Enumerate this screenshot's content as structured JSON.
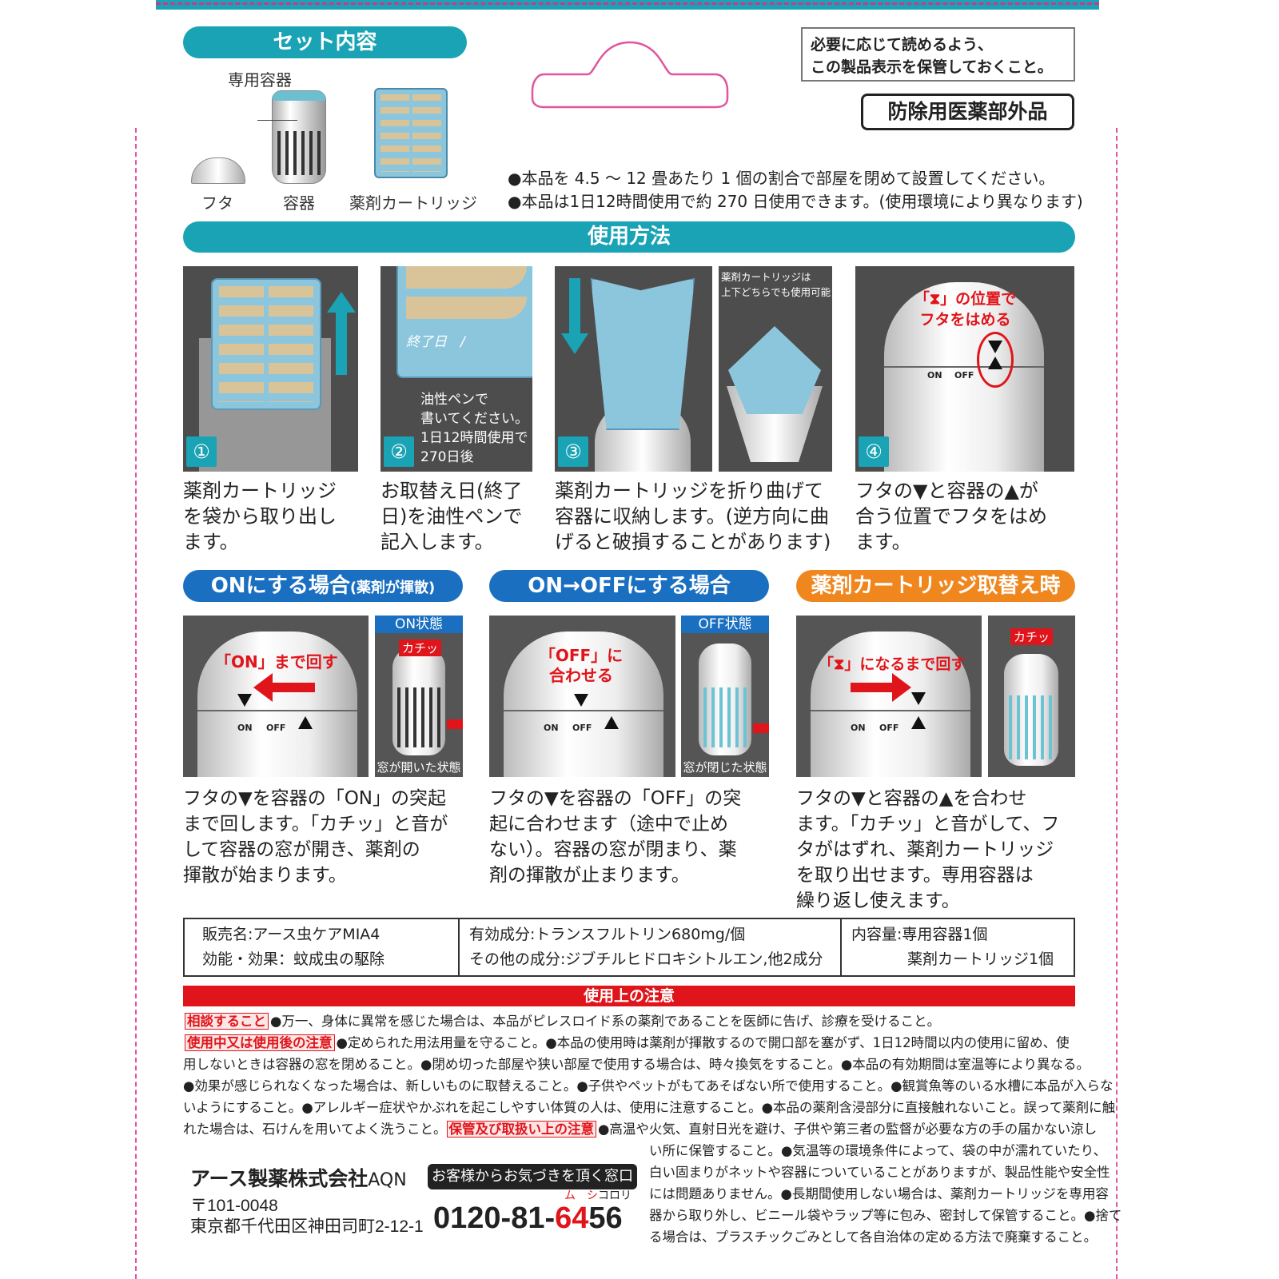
{
  "colors": {
    "teal": "#1aa3b5",
    "blue": "#1a6fc0",
    "orange": "#f0861e",
    "red": "#e0151b",
    "magenta": "#d2338f"
  },
  "set_contents": {
    "title": "セット内容",
    "container_label": "専用容器",
    "items": [
      "フタ",
      "容器",
      "薬剤カートリッジ"
    ]
  },
  "notice": [
    "必要に応じて読めるよう、",
    "この製品表示を保管しておくこと。"
  ],
  "category": "防除用医薬部外品",
  "bullets": [
    "●本品を 4.5 ～ 12 畳あたり 1 個の割合で部屋を閉めて設置してください。",
    "●本品は1日12時間使用で約 270 日使用できます。(使用環境により異なります)"
  ],
  "usage": {
    "title": "使用方法",
    "steps": [
      {
        "num": "①",
        "caption": [
          "薬剤カートリッジ",
          "を袋から取り出し",
          "ます。"
        ]
      },
      {
        "num": "②",
        "panel_text": [
          "油性ペンで",
          "書いてください。",
          "1日12時間使用で",
          "270日後"
        ],
        "end_date": "終了日　/",
        "caption": [
          "お取替え日(終了",
          "日)を油性ペンで",
          "記入します。"
        ]
      },
      {
        "num": "③",
        "panel_text": [
          "薬剤カートリッジは",
          "上下どちらでも使用可能"
        ],
        "caption": [
          "薬剤カートリッジを折り曲げて",
          "容器に収納します。(逆方向に曲",
          "げると破損することがあります)"
        ]
      },
      {
        "num": "④",
        "panel_text": [
          "「⧗」の位置で",
          "フタをはめる"
        ],
        "caption": [
          "フタの▼と容器の▲が",
          "合う位置でフタをはめ",
          "ます。"
        ]
      }
    ]
  },
  "dial": {
    "on": "ON",
    "off": "OFF"
  },
  "modes": [
    {
      "title": "ONにする場合",
      "title_small": "(薬剤が揮散)",
      "instruction": "「ON」まで回す",
      "state": "ON状態",
      "click": "カチッ",
      "window": "窓が開いた状態",
      "caption": [
        "フタの▼を容器の「ON」の突起",
        "まで回します。「カチッ」と音が",
        "して容器の窓が開き、薬剤の",
        "揮散が始まります。"
      ]
    },
    {
      "title": "ON→OFFにする場合",
      "instruction": [
        "「OFF」に",
        "合わせる"
      ],
      "state": "OFF状態",
      "window": "窓が閉じた状態",
      "caption": [
        "フタの▼を容器の「OFF」の突",
        "起に合わせます（途中で止め",
        "ない）。容器の窓が閉まり、薬",
        "剤の揮散が止まります。"
      ]
    },
    {
      "title": "薬剤カートリッジ取替え時",
      "instruction": "「⧗」になるまで回す",
      "click": "カチッ",
      "caption": [
        "フタの▼と容器の▲を合わせ",
        "ます。「カチッ」と音がして、フ",
        "タがはずれ、薬剤カートリッジ",
        "を取り出せます。専用容器は",
        "繰り返し使えます。"
      ]
    }
  ],
  "info": {
    "col1": [
      "販売名:アース虫ケアMIA4",
      "効能・効果：蚊成虫の駆除"
    ],
    "col2": [
      "有効成分:トランスフルトリン680mg/個",
      "その他の成分:ジブチルヒドロキシトルエン,他2成分"
    ],
    "col3": [
      "内容量:専用容器1個",
      "薬剤カートリッジ1個"
    ]
  },
  "caution": {
    "title": "使用上の注意",
    "labels": [
      "相談すること",
      "使用中又は使用後の注意",
      "保管及び取扱い上の注意"
    ],
    "lines": [
      "●万一、身体に異常を感じた場合は、本品がピレスロイド系の薬剤であることを医師に告げ、診療を受けること。",
      "●定められた用法用量を守ること。●本品の使用時は薬剤が揮散するので開口部を塞がず、1日12時間以内の使用に留め、使",
      "用しないときは容器の窓を閉めること。●閉め切った部屋や狭い部屋で使用する場合は、時々換気をすること。●本品の有効期間は室温等により異なる。",
      "●効果が感じられなくなった場合は、新しいものに取替えること。●子供やペットがもてあそばない所で使用すること。●観賞魚等のいる水槽に本品が入らな",
      "いようにすること。●アレルギー症状やかぶれを起こしやすい体質の人は、使用に注意すること。●本品の薬剤含浸部分に直接触れないこと。誤って薬剤に触",
      "れた場合は、石けんを用いてよく洗うこと。",
      "●高温や火気、直射日光を避け、子供や第三者の監督が必要な方の手の届かない涼し",
      "い所に保管すること。●気温等の環境条件によって、袋の中が濡れていたり、",
      "白い固まりがネットや容器についていることがありますが、製品性能や安全性",
      "には問題ありません。●長期間使用しない場合は、薬剤カートリッジを専用容",
      "器から取り外し、ビニール袋やラップ等に包み、密封して保管すること。●捨て",
      "る場合は、プラスチックごみとして各自治体の定める方法で廃棄すること。"
    ]
  },
  "company": {
    "name": "アース製薬株式会社",
    "code": "AQN",
    "contact_label": "お客様からお気づきを頂く窓口",
    "postal": "〒101-0048",
    "address": "東京都千代田区神田司町2-12-1",
    "phone_a": "0120-81-",
    "phone_b": "64",
    "phone_c": "56",
    "ruby": "ム　シ",
    "ruby2": "コロリ"
  }
}
